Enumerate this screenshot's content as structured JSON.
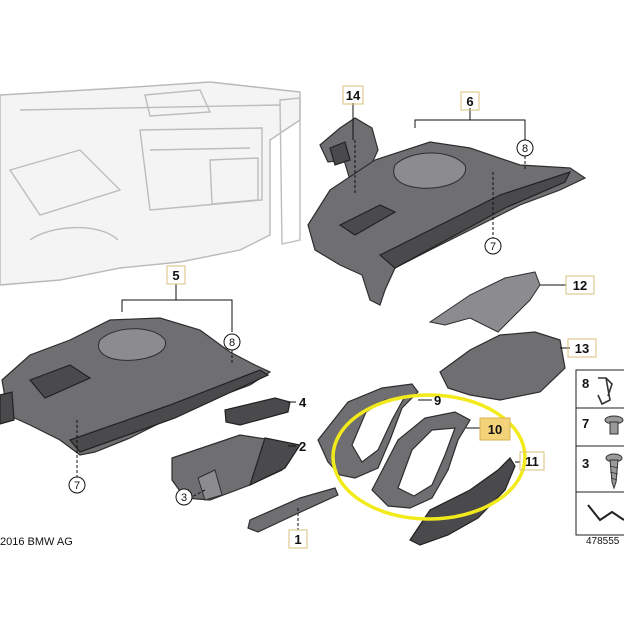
{
  "labels": {
    "p1": "1",
    "p2": "2",
    "p3": "3",
    "p4": "4",
    "p5": "5",
    "p6": "6",
    "p7a": "7",
    "p7b": "7",
    "p8a": "8",
    "p8b": "8",
    "p9": "9",
    "p10": "10",
    "p11": "11",
    "p12": "12",
    "p13": "13",
    "p14": "14"
  },
  "legend": {
    "l8": "8",
    "l7": "7",
    "l3": "3"
  },
  "copyright": "2016 BMW AG",
  "diagram_number": "478555",
  "colors": {
    "highlight_ring": "#f2ea1b",
    "highlight_box": "#f3d27a",
    "part": "#6f6f72"
  }
}
